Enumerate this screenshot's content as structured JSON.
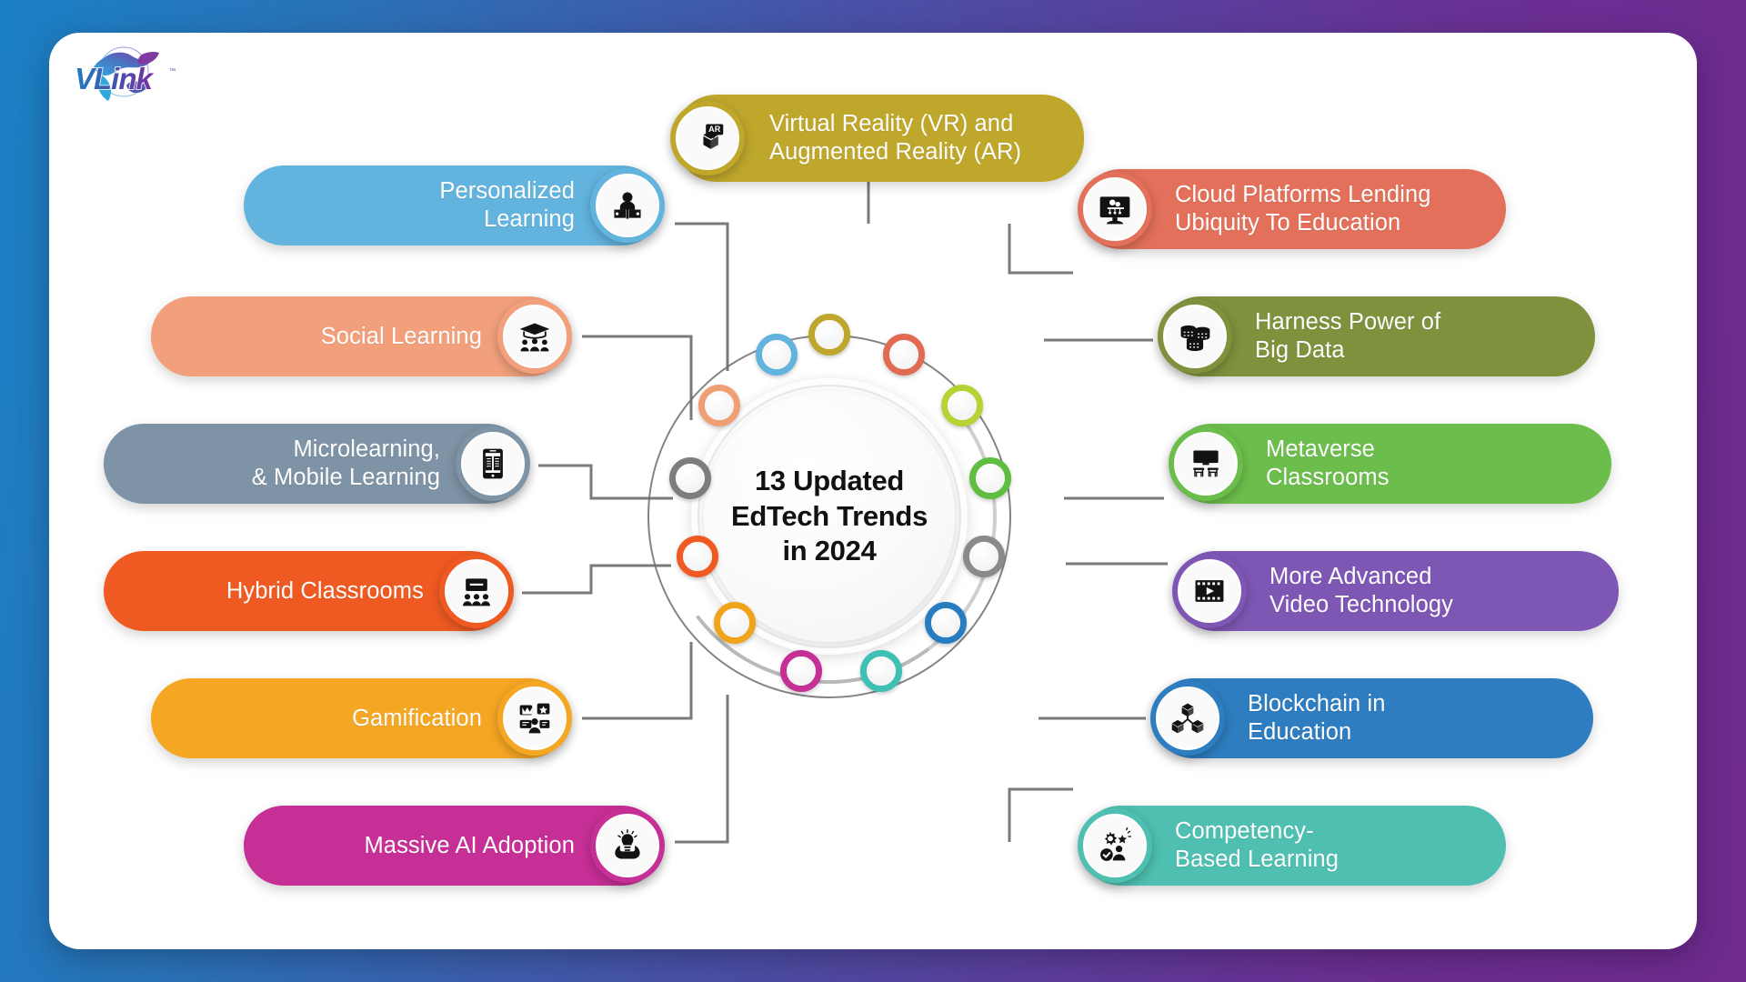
{
  "brand": {
    "name": "VLink",
    "tm": "™"
  },
  "center": {
    "title": "13 Updated\nEdTech Trends\nin 2024"
  },
  "palette": {
    "bg_start": "#1b7fc4",
    "bg_end": "#6e2a8e",
    "card": "#ffffff",
    "connector": "#7a7a7a",
    "ring_track": "#6e6e6e"
  },
  "nodes": [
    {
      "name": "vr-ar",
      "color": "#bfa72c"
    },
    {
      "name": "cloud-platforms",
      "color": "#e06a52"
    },
    {
      "name": "big-data",
      "color": "#b5d335"
    },
    {
      "name": "metaverse",
      "color": "#5fbd3f"
    },
    {
      "name": "video-technology",
      "color": "#8a8a8a"
    },
    {
      "name": "blockchain",
      "color": "#2a7cc0"
    },
    {
      "name": "competency",
      "color": "#3fc0b4"
    },
    {
      "name": "massive-ai",
      "color": "#c62f96"
    },
    {
      "name": "gamification",
      "color": "#f0a41e"
    },
    {
      "name": "hybrid",
      "color": "#ef5a22"
    },
    {
      "name": "microlearning",
      "color": "#7d7d7d"
    },
    {
      "name": "social-learning",
      "color": "#f09f75"
    },
    {
      "name": "personalized",
      "color": "#62b3de"
    }
  ],
  "trends": [
    {
      "id": "vr-ar",
      "label": "Virtual Reality (VR) and\nAugmented Reality (AR)",
      "color": "#bfa72c",
      "icon": "ar-cube-icon",
      "side": "top"
    },
    {
      "id": "personalized",
      "label": "Personalized\nLearning",
      "color": "#62b3de",
      "icon": "person-reading-icon",
      "side": "left"
    },
    {
      "id": "social-learning",
      "label": "Social Learning",
      "color": "#f2a07c",
      "icon": "graduation-group-icon",
      "side": "left"
    },
    {
      "id": "microlearning",
      "label": "Microlearning,\n& Mobile Learning",
      "color": "#7f93a6",
      "icon": "mobile-book-icon",
      "side": "left"
    },
    {
      "id": "hybrid",
      "label": "Hybrid Classrooms",
      "color": "#ef5a22",
      "icon": "classroom-board-icon",
      "side": "left"
    },
    {
      "id": "gamification",
      "label": "Gamification",
      "color": "#f5a623",
      "icon": "game-badges-icon",
      "side": "left"
    },
    {
      "id": "massive-ai",
      "label": "Massive AI Adoption",
      "color": "#c62f96",
      "icon": "ai-hands-icon",
      "side": "left"
    },
    {
      "id": "cloud-platforms",
      "label": "Cloud Platforms Lending\nUbiquity To Education",
      "color": "#e2705a",
      "icon": "cloud-monitor-icon",
      "side": "right"
    },
    {
      "id": "big-data",
      "label": "Harness Power of\nBig Data",
      "color": "#7f913c",
      "icon": "database-stack-icon",
      "side": "right"
    },
    {
      "id": "metaverse",
      "label": "Metaverse\nClassrooms",
      "color": "#6cbe4c",
      "icon": "virtual-classroom-icon",
      "side": "right"
    },
    {
      "id": "video-technology",
      "label": "More Advanced\nVideo Technology",
      "color": "#7e57b5",
      "icon": "film-play-icon",
      "side": "right"
    },
    {
      "id": "blockchain",
      "label": "Blockchain in\nEducation",
      "color": "#2e7dc0",
      "icon": "blockchain-cubes-icon",
      "side": "right"
    },
    {
      "id": "competency",
      "label": "Competency-\nBased Learning",
      "color": "#4ebfb0",
      "icon": "competency-gear-icon",
      "side": "right"
    }
  ]
}
